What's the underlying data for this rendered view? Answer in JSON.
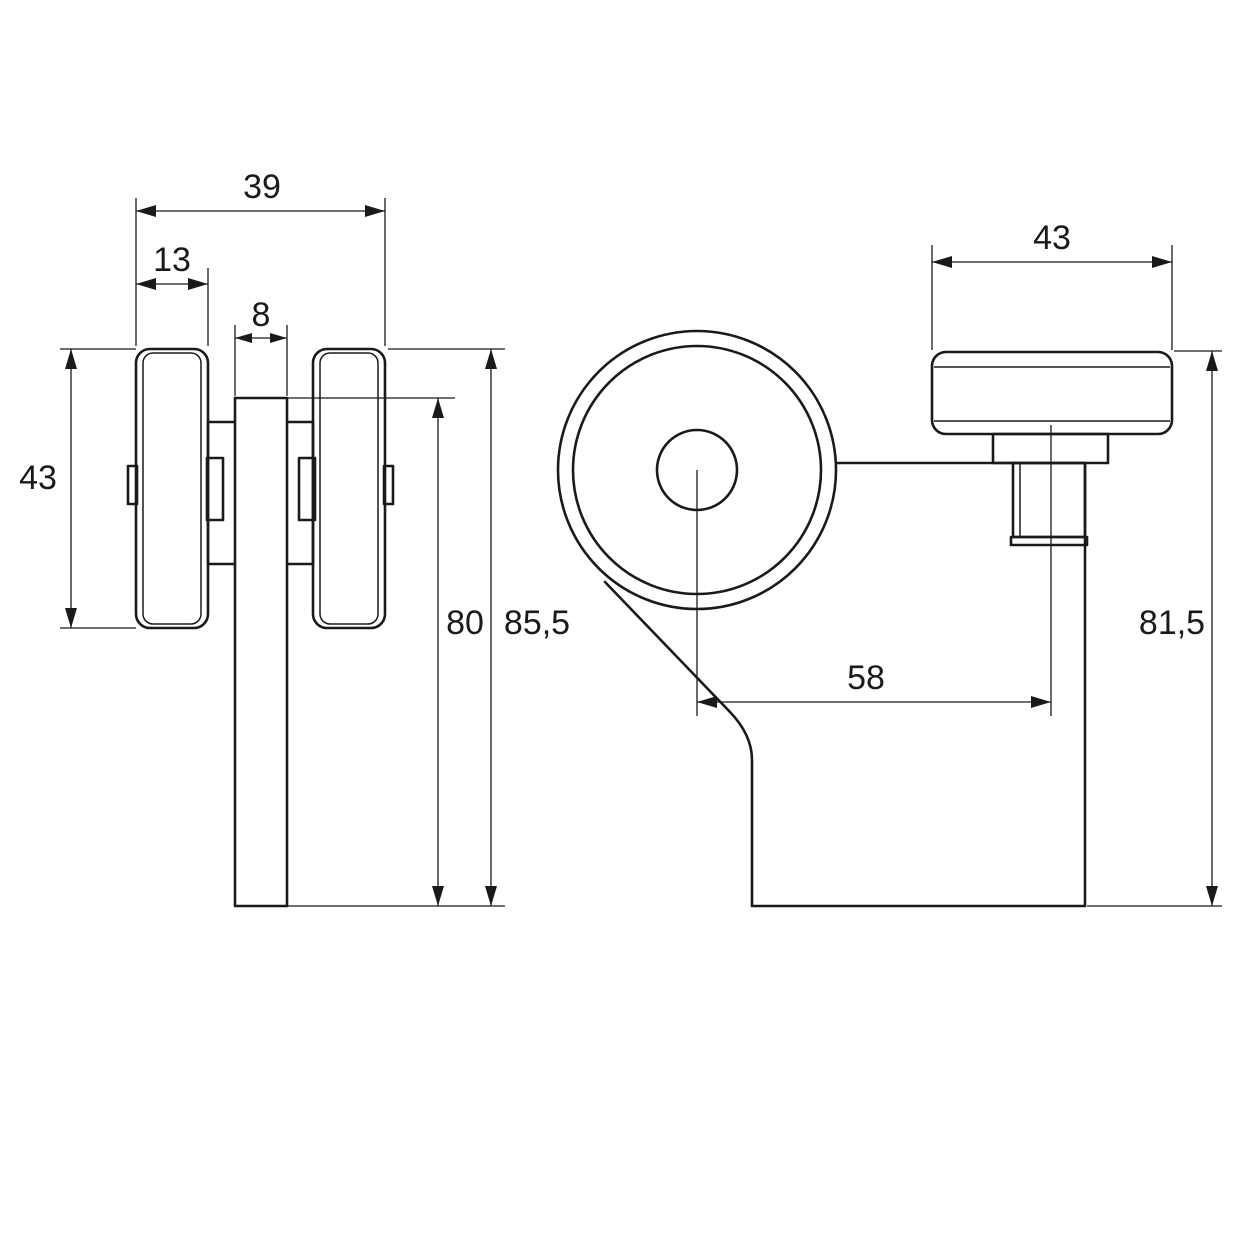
{
  "drawing": {
    "front_view": {
      "overall_width": "39",
      "wheel_width": "13",
      "bracket_thickness": "8",
      "wheel_diameter": "43",
      "bracket_height": "80",
      "overall_height": "85,5"
    },
    "side_view": {
      "wheel_diameter": "43",
      "offset": "58",
      "overall_height": "81,5"
    }
  }
}
